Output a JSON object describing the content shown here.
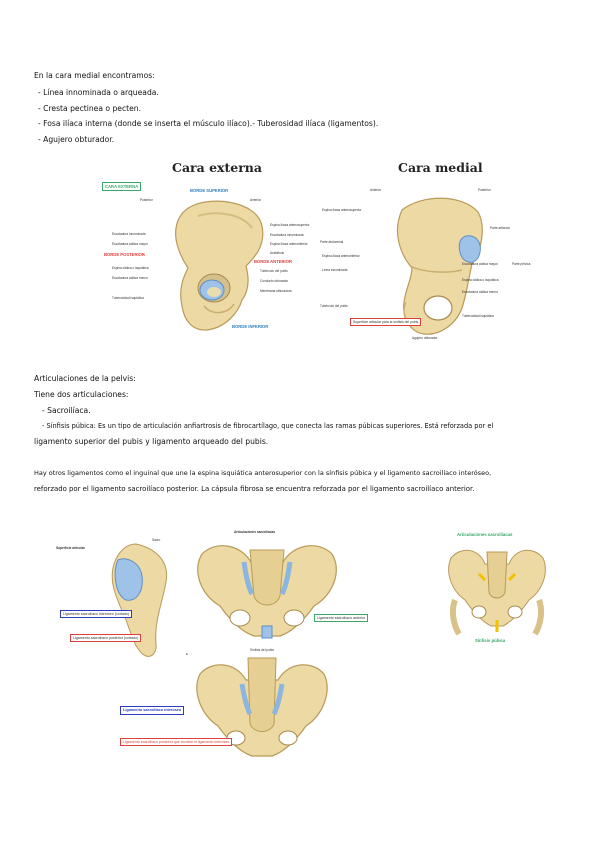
{
  "intro": {
    "heading": "En la cara medial encontramos:",
    "items": [
      "- Línea innominada o arqueada.",
      "- Cresta pectinea o pecten.",
      "- Fosa ilíaca interna (donde se inserta el músculo ilíaco).- Tuberosidad ilíaca (ligamentos).",
      "- Agujero obturador."
    ]
  },
  "figure1": {
    "external": {
      "title": "Cara externa",
      "box_label": "CARA EXTERNA",
      "border_superior": "BORDE SUPERIOR",
      "border_posterior": "BORDE POSTERIOR",
      "border_anterior": "BORDE ANTERIOR",
      "border_inferior": "BORDE INFERIOR",
      "posterior": "Posterior",
      "anterior": "Anterior",
      "left_labels": [
        "Escotadura innominada",
        "Escotadura ciática mayor",
        "Espina ciática o isquiática",
        "Escotadura ciática menor",
        "Tuberosidad isquiática"
      ],
      "right_labels": [
        "Espina ilíaca anterosuperior",
        "Escotadura innominada",
        "Espina ilíaca anteroinferior",
        "Acetábulo",
        "Tubérculo del pubis",
        "Conducto obturador",
        "Membrana obturadora"
      ]
    },
    "medial": {
      "title": "Cara medial",
      "anterior": "Anterior",
      "posterior": "Posterior",
      "left_labels": [
        "Espina ilíaca anterosuperior",
        "Parte abdominal",
        "Espina ilíaca anteroinferior",
        "Línea innominada",
        "Tubérculo del pubis"
      ],
      "right_labels": [
        "Parte articular",
        "Escotadura ciática mayor",
        "Parte pélvica",
        "Espina ciática o isquiática",
        "Escotadura ciática menor",
        "Tuberosidad isquiática"
      ],
      "box_label": "Superficie articular para la sínfisis del pubis",
      "bottom_label": "Agujero obturador"
    }
  },
  "articulaciones": {
    "heading": "Articulaciones de la pelvis:",
    "line2": "Tiene dos articulaciones:",
    "item1": "- Sacroilíaca.",
    "item2_line1": "- Sínfisis púbica: Es un tipo de articulación anfiartrosis de fibrocartílago, que conecta las ramas púbicas superiores. Está reforzada por el",
    "item2_line2": "ligamento superior del pubis y ligamento arqueado del pubis.",
    "para_line1": "Hay otros ligamentos como el inguinal que une la espina isquiática anterosuperior con la sínfisis púbica y el ligamento sacroilíaco interóseo,",
    "para_line2": "reforzado por el ligamento sacroilíaco posterior. La cápsula fibrosa se encuentra reforzada por el ligamento sacroilíaco anterior."
  },
  "figure2": {
    "sup_articular": "Superficie articular",
    "sacro": "Sacro",
    "lig_interoseo_cortado": "Ligamento sacroilíaco interóseo (cortado)",
    "lig_posterior_cortado": "Ligamento sacroilíaco posterior (cortado)",
    "articulaciones_sacroiliacas": "Articulaciones sacroilíacas",
    "lig_anterior": "Ligamento sacroilíaco anterior",
    "sinfisis_pubis": "Sínfisis del pubis",
    "c_label": "c",
    "lig_interoseo": "Ligamento sacroilíaco interóseo",
    "lig_posterior_cubre": "Ligamento sacroilíaco posterior que recubre el ligamento interóseo"
  },
  "figure3": {
    "top": "Articulaciones sacroilíacas",
    "bottom": "Sínfisis púbica"
  }
}
